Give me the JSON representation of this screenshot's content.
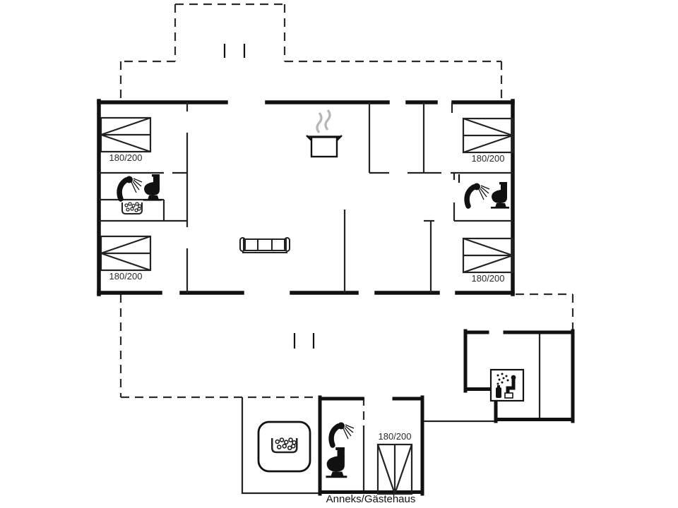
{
  "plan": {
    "caption": "Anneks/Gästehaus",
    "bed_size_label": "180/200"
  },
  "beds": [
    {
      "location": "bedroom-top-left",
      "label": "180/200"
    },
    {
      "location": "bedroom-bottom-left",
      "label": "180/200"
    },
    {
      "location": "bedroom-top-right",
      "label": "180/200"
    },
    {
      "location": "bedroom-bottom-right",
      "label": "180/200"
    },
    {
      "location": "annex-guesthouse",
      "label": "180/200"
    }
  ],
  "icons": [
    {
      "name": "double-bed-icon",
      "count": 5
    },
    {
      "name": "shower-icon",
      "count": 3
    },
    {
      "name": "toilet-icon",
      "count": 3
    },
    {
      "name": "whirlpool-bubbles-icon",
      "count": 2
    },
    {
      "name": "hot-tub-icon",
      "count": 1
    },
    {
      "name": "cooking-pot-steam-icon",
      "count": 1
    },
    {
      "name": "sofa-icon",
      "count": 1
    },
    {
      "name": "sauna-icon",
      "count": 1
    }
  ],
  "colors": {
    "walls": "#111111",
    "thin_lines": "#222222",
    "dashed_terrace_outline": "#2b2b2b",
    "steam": "#b5b5b5",
    "label_text": "#2a2a2a",
    "background": "#ffffff"
  }
}
